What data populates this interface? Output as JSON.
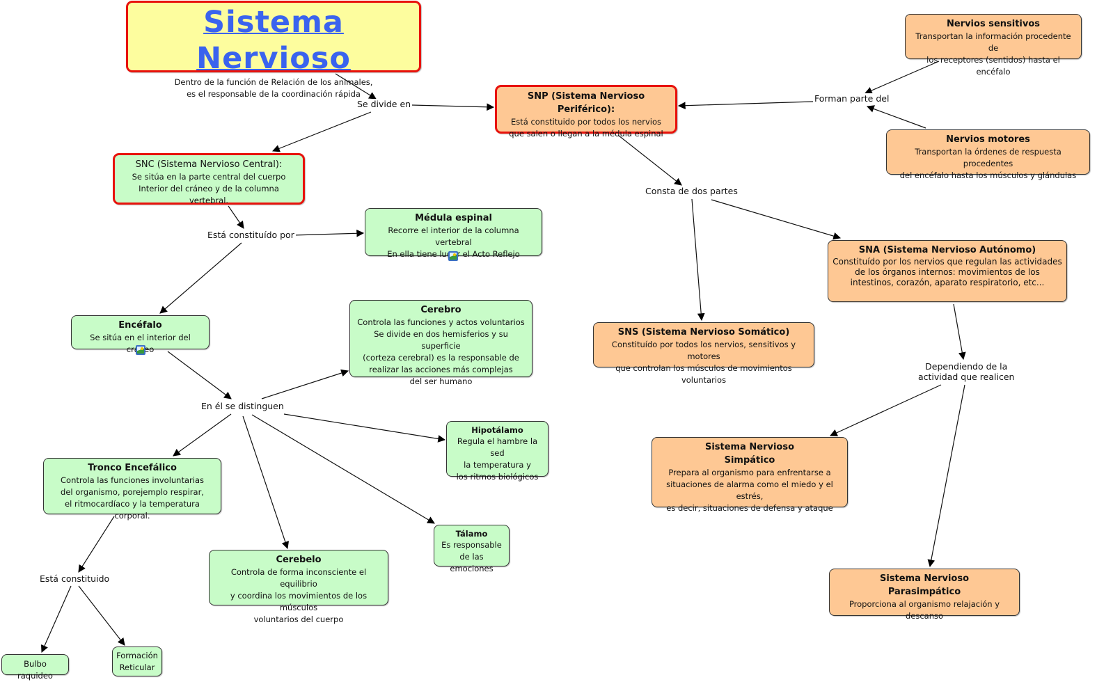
{
  "title": {
    "heading": "Sistema Nervioso",
    "desc": "Dentro de la función de Relación de los animales,\nes el responsable de la coordinación rápida"
  },
  "links": {
    "se_divide_en": "Se divide en",
    "forman_parte_del": "Forman parte del",
    "consta_de_dos_partes": "Consta de dos partes",
    "esta_constituido_por": "Está constituído por",
    "en_el_se_distinguen": "En él se distinguen",
    "dependiendo": "Dependiendo de la\nactividad que realicen",
    "esta_constituido": "Está constituido"
  },
  "nodes": {
    "snp": {
      "title": "SNP (Sistema Nervioso Periférico):",
      "desc": "Está constituido por todos los nervios\nque salen o llegan a la médula espinal"
    },
    "nervios_sensitivos": {
      "title": "Nervios sensitivos",
      "desc": "Transportan la información procedente de\nlos receptores (sentidos) hasta el encéfalo"
    },
    "nervios_motores": {
      "title": "Nervios motores",
      "desc": "Transportan la órdenes de respuesta procedentes\ndel encéfalo hasta los músculos y glándulas"
    },
    "snc": {
      "title": "SNC (Sistema Nervioso Central):",
      "desc": "Se sitúa en la parte central del cuerpo\nInterior del cráneo y de la columna vertebral."
    },
    "medula": {
      "title": "Médula espinal",
      "desc": "Recorre el interior de la columna vertebral\nEn ella tiene lugar el Acto Reflejo"
    },
    "sna": {
      "title": "SNA (Sistema Nervioso Autónomo)",
      "desc": "Constituído por los nervios que regulan las actividades\nde los órganos internos: movimientos de los\nintestinos, corazón, aparato respiratorio, etc..."
    },
    "encefalo": {
      "title": "Encéfalo",
      "desc": "Se sitúa en el interior del cráneo"
    },
    "cerebro": {
      "title": "Cerebro",
      "desc": "Controla las funciones y actos voluntarios\nSe divide en dos hemisferios y su superficie\n(corteza cerebral) es la responsable de\nrealizar las acciones más complejas\ndel ser humano"
    },
    "sns": {
      "title": "SNS (Sistema Nervioso Somático)",
      "desc": "Constituído por todos los nervios, sensitivos y motores\nque controlan los músculos de movimientos voluntarios"
    },
    "hipotalamo": {
      "title": "Hipotálamo",
      "desc": "Regula el hambre la sed\nla temperatura y\nlos ritmos biológicos"
    },
    "tronco": {
      "title": "Tronco Encefálico",
      "desc": "Controla las funciones involuntarias\ndel organismo, porejemplo respirar,\nel ritmocardíaco y la temperatura corporal."
    },
    "simpatico": {
      "title": "Sistema Nervioso\nSimpático",
      "desc": "Prepara al organismo para enfrentarse a\nsituaciones de alarma como el miedo y el estrés,\nes decir, situaciones de defensa y ataque"
    },
    "talamo": {
      "title": "Tálamo",
      "desc": "Es responsable\nde las emociones"
    },
    "cerebelo": {
      "title": "Cerebelo",
      "desc": "Controla de forma inconsciente el equilibrio\ny coordina los movimientos de los músculos\nvoluntarios del cuerpo"
    },
    "parasimpatico": {
      "title": "Sistema Nervioso\nParasimpático",
      "desc": "Proporciona al organismo relajación y descanso"
    },
    "bulbo": {
      "title": "",
      "desc": "Bulbo raquideo"
    },
    "formacion": {
      "title": "",
      "desc": "Formación\nReticular"
    }
  },
  "icons": {
    "image_attachment": "image-icon"
  },
  "colors": {
    "green": "#c8fcc8",
    "orange": "#fec894",
    "yellow": "#fdfd9e",
    "highlight_border": "#e8120c",
    "title_blue": "#3a63ee"
  }
}
